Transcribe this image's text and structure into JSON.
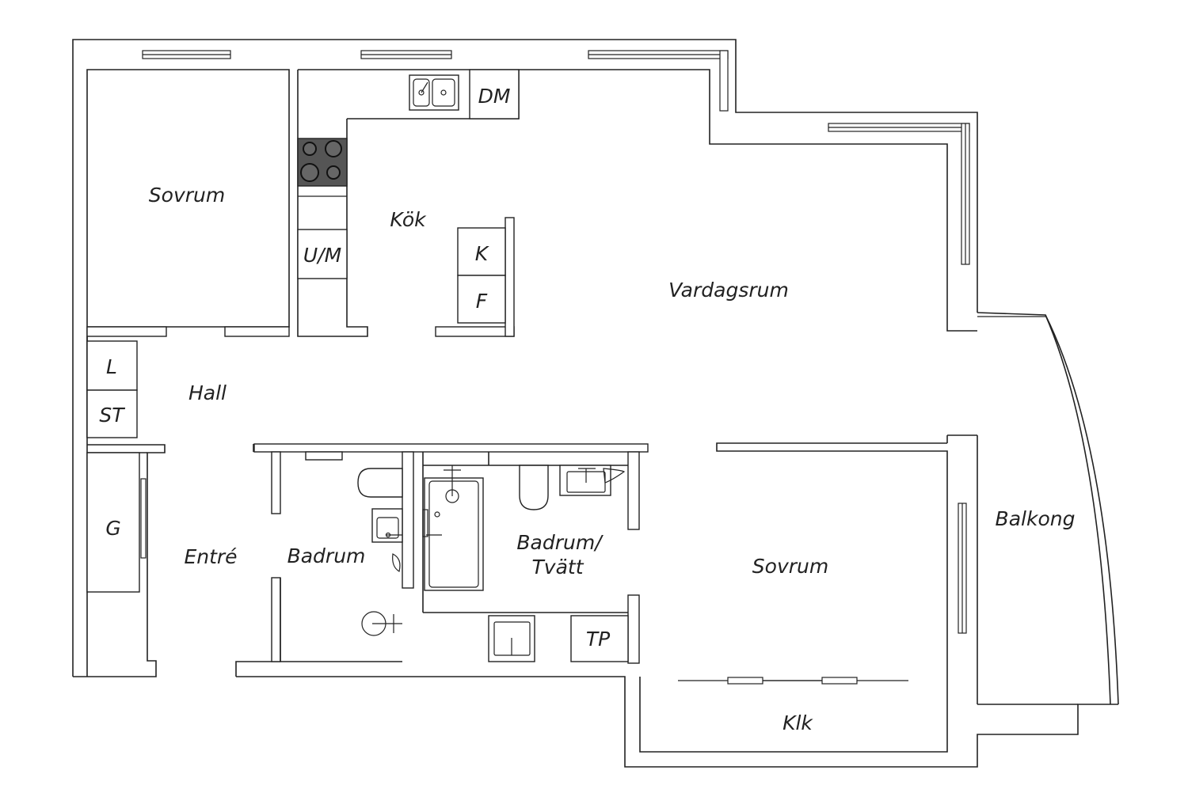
{
  "colors": {
    "line": "#222222",
    "background": "#ffffff",
    "stove": "#555555"
  },
  "rooms": {
    "sovrum_1": "Sovrum",
    "kok": "Kök",
    "vardagsrum": "Vardagsrum",
    "hall": "Hall",
    "entre": "Entré",
    "badrum": "Badrum",
    "badrum_tvatt_line1": "Badrum/",
    "badrum_tvatt_line2": "Tvätt",
    "sovrum_2": "Sovrum",
    "balkong": "Balkong",
    "klk": "Klk"
  },
  "fixtures": {
    "dm": "DM",
    "um": "U/M",
    "k": "K",
    "f": "F",
    "l": "L",
    "st": "ST",
    "g": "G",
    "tp": "TP"
  }
}
